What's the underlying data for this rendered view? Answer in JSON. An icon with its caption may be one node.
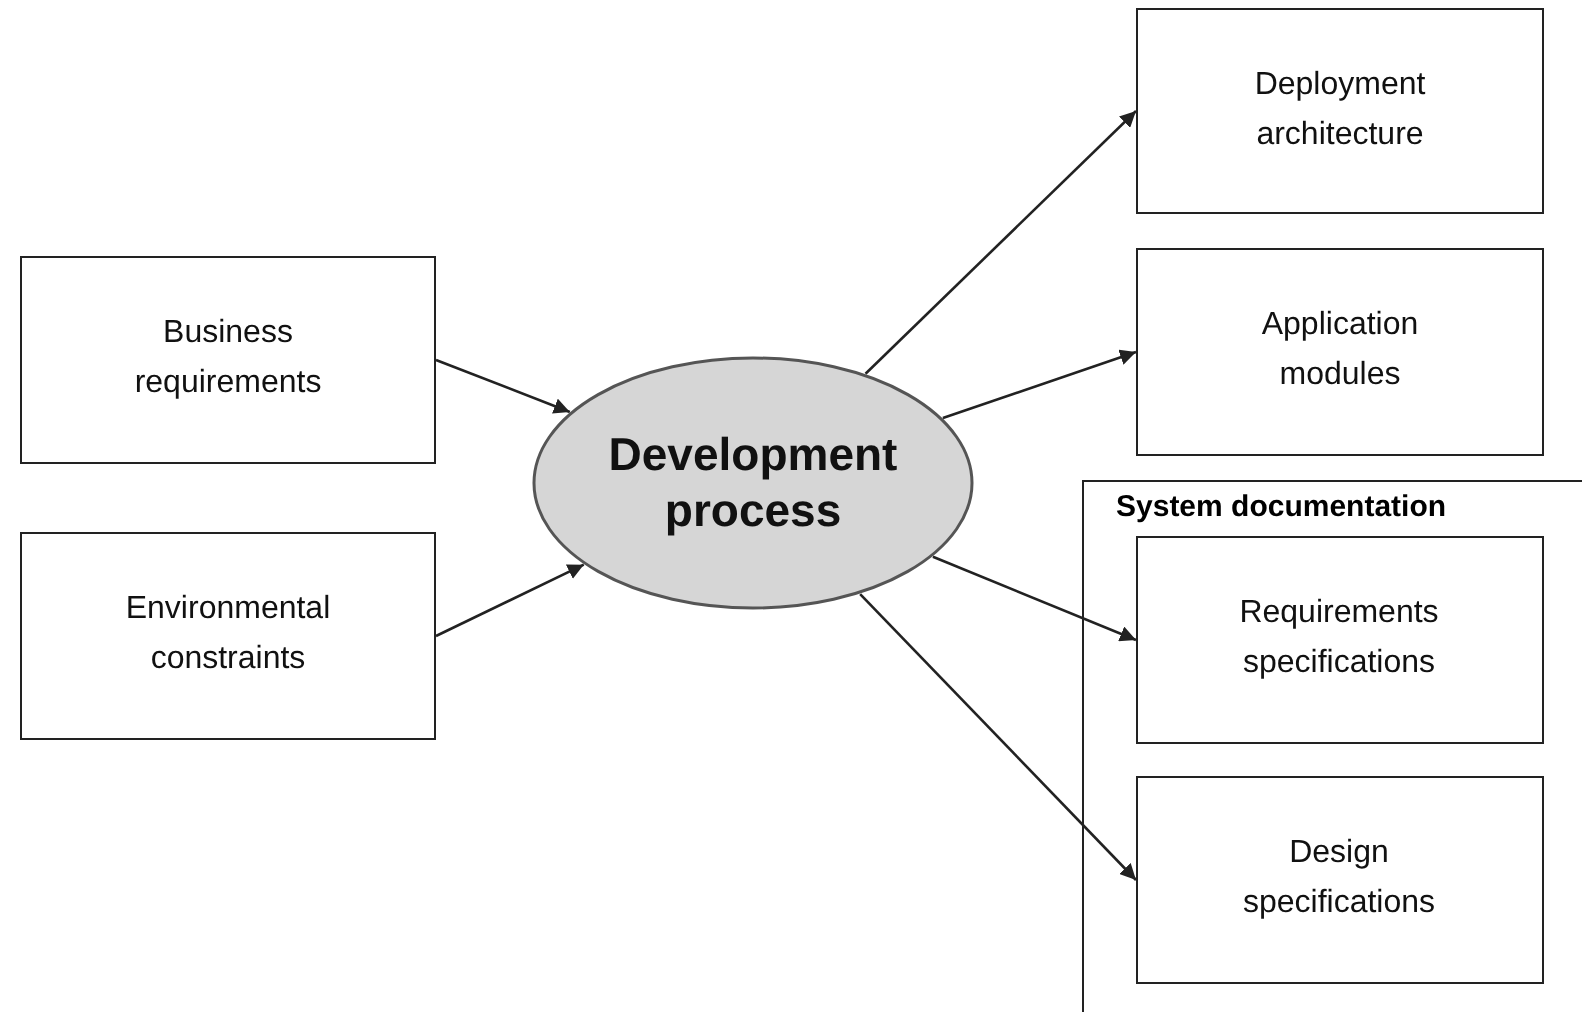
{
  "diagram": {
    "nodes": [
      {
        "text": [
          "Business requirements"
        ]
      },
      {
        "text": [
          "Environmental constraints"
        ]
      },
      {
        "text": [
          "Development process"
        ]
      },
      {
        "text": [
          "Deployment architecture"
        ]
      },
      {
        "text": [
          "Application modules"
        ]
      },
      {
        "text": [
          "System documentation"
        ]
      },
      {
        "text": [
          "Requirements specifications"
        ],
        "in": 5
      },
      {
        "text": [
          "Design specifications"
        ],
        "in": 5
      }
    ],
    "edges": [
      {
        "from": 0,
        "to": 2,
        "arrow": "to"
      },
      {
        "from": 1,
        "to": 2,
        "arrow": "to"
      },
      {
        "from": 2,
        "to": 3,
        "arrow": "to"
      },
      {
        "from": 2,
        "to": 4,
        "arrow": "to"
      },
      {
        "from": 2,
        "to": 6,
        "arrow": "to"
      },
      {
        "from": 2,
        "to": 7,
        "arrow": "to"
      }
    ]
  }
}
